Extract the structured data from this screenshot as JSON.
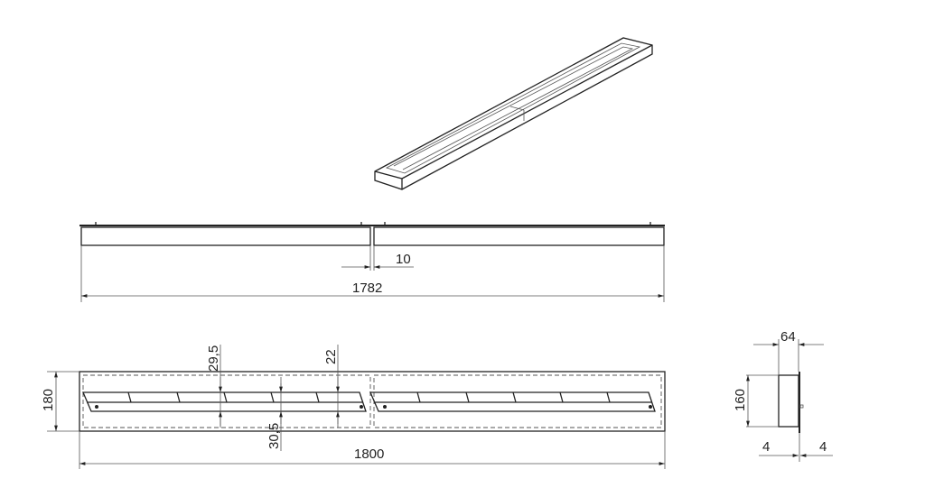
{
  "drawing": {
    "side_view": {
      "gap_dim": "10",
      "length_dim": "1782"
    },
    "plan_view": {
      "width_dim": "180",
      "length_dim": "1800",
      "slot_offset_top": "29,5",
      "slot_height": "22",
      "slot_offset_bottom": "30,5"
    },
    "end_view": {
      "depth_dim": "64",
      "height_dim": "160",
      "left_flange": "4",
      "right_flange": "4"
    }
  },
  "colors": {
    "line": "#222222",
    "background": "#ffffff"
  }
}
